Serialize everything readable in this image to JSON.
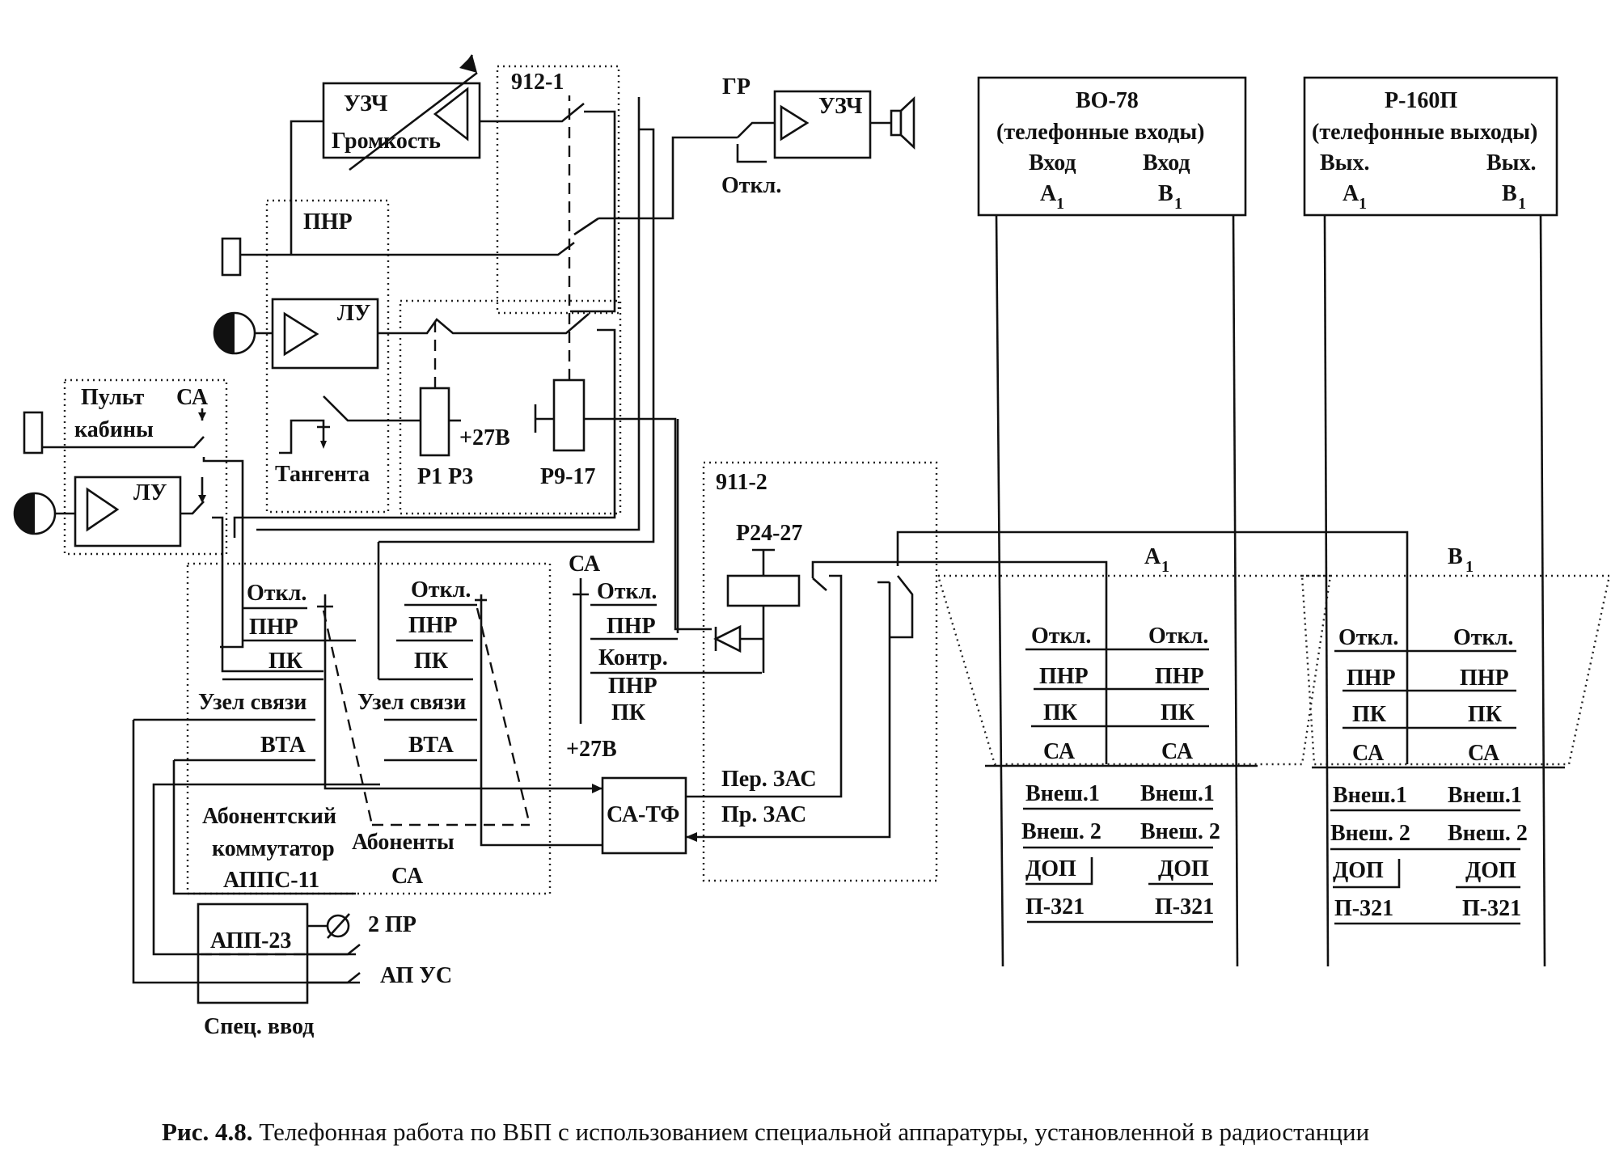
{
  "amp_volume": {
    "name": "УЗЧ",
    "control": "Громкость"
  },
  "block_912": "912-1",
  "gr": {
    "label": "ГР",
    "amp": "УЗЧ",
    "off": "Откл."
  },
  "pnr": "ПНР",
  "lu_top": "ЛУ",
  "tangenta": "Тангента",
  "relay_p1p3": {
    "label": "Р1 Р3",
    "voltage": "+27В"
  },
  "relay_p917": "Р9-17",
  "cabin": {
    "line1": "Пульт",
    "line2": "кабины",
    "ca": "СА",
    "lu": "ЛУ"
  },
  "block_911": "911-2",
  "relay_p2427": "Р24-27",
  "sa_top": "СА",
  "node1": [
    "Откл.",
    "ПНР",
    "ПК",
    "Узел связи",
    "ВТА"
  ],
  "node2": [
    "Откл.",
    "ПНР",
    "ПК",
    "Узел связи",
    "ВТА"
  ],
  "sa_panel": [
    "Откл.",
    "ПНР",
    "Контр.",
    "ПНР",
    "ПК",
    "+27В"
  ],
  "switchboard": {
    "l1": "Абонентский",
    "l2": "коммутатор",
    "l3": "АППС-11"
  },
  "subscribers": {
    "l1": "Абоненты",
    "l2": "СА"
  },
  "ca_tf": "СА-ТФ",
  "zas": {
    "tx": "Пер. ЗАС",
    "rx": "Пр. ЗАС"
  },
  "app23": "АПП-23",
  "spec_input": "Спец. ввод",
  "out_2pr": "2 ПР",
  "out_apus": "АП УС",
  "vo78": {
    "name": "ВО-78",
    "sub": "(телефонные входы)",
    "in_a": "Вход",
    "in_b": "Вход",
    "a": "А",
    "b": "В",
    "idx": "1"
  },
  "r160": {
    "name": "Р-160П",
    "sub": "(телефонные выходы)",
    "out_a": "Вых.",
    "out_b": "Вых.",
    "a": "А",
    "b": "В",
    "idx": "1"
  },
  "mid_a": {
    "letter": "А",
    "idx": "1"
  },
  "mid_b": {
    "letter": "В",
    "idx": "1"
  },
  "panel_upper": [
    "Откл.",
    "ПНР",
    "ПК",
    "СА"
  ],
  "panel_lower": [
    "Внеш.1",
    "Внеш. 2",
    "ДОП",
    "П-321"
  ],
  "caption": {
    "label": "Рис. 4.8.",
    "text": "Телефонная работа по ВБП с использованием специальной аппаратуры, установленной в радиостанции"
  }
}
